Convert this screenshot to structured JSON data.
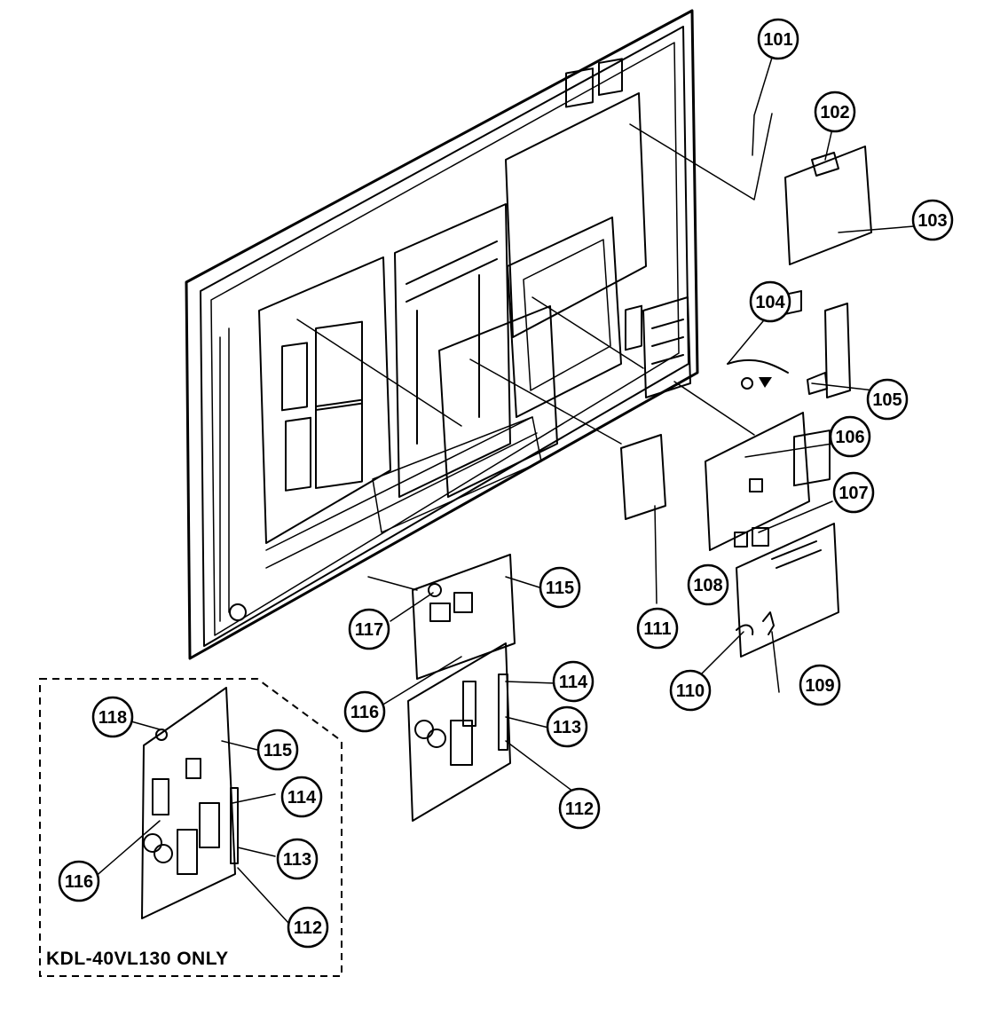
{
  "diagram": {
    "callouts": {
      "c101": "101",
      "c102": "102",
      "c103": "103",
      "c104": "104",
      "c105": "105",
      "c106": "106",
      "c107": "107",
      "c108": "108",
      "c109": "109",
      "c110": "110",
      "c111": "111",
      "c112": "112",
      "c113": "113",
      "c114": "114",
      "c115": "115",
      "c116": "116",
      "c117": "117",
      "k118": "118",
      "k115": "115",
      "k114": "114",
      "k113": "113",
      "k116": "116",
      "k112": "112"
    },
    "model_note": "KDL-40VL130 ONLY",
    "colors": {
      "line": "#000000",
      "background": "#ffffff"
    }
  }
}
